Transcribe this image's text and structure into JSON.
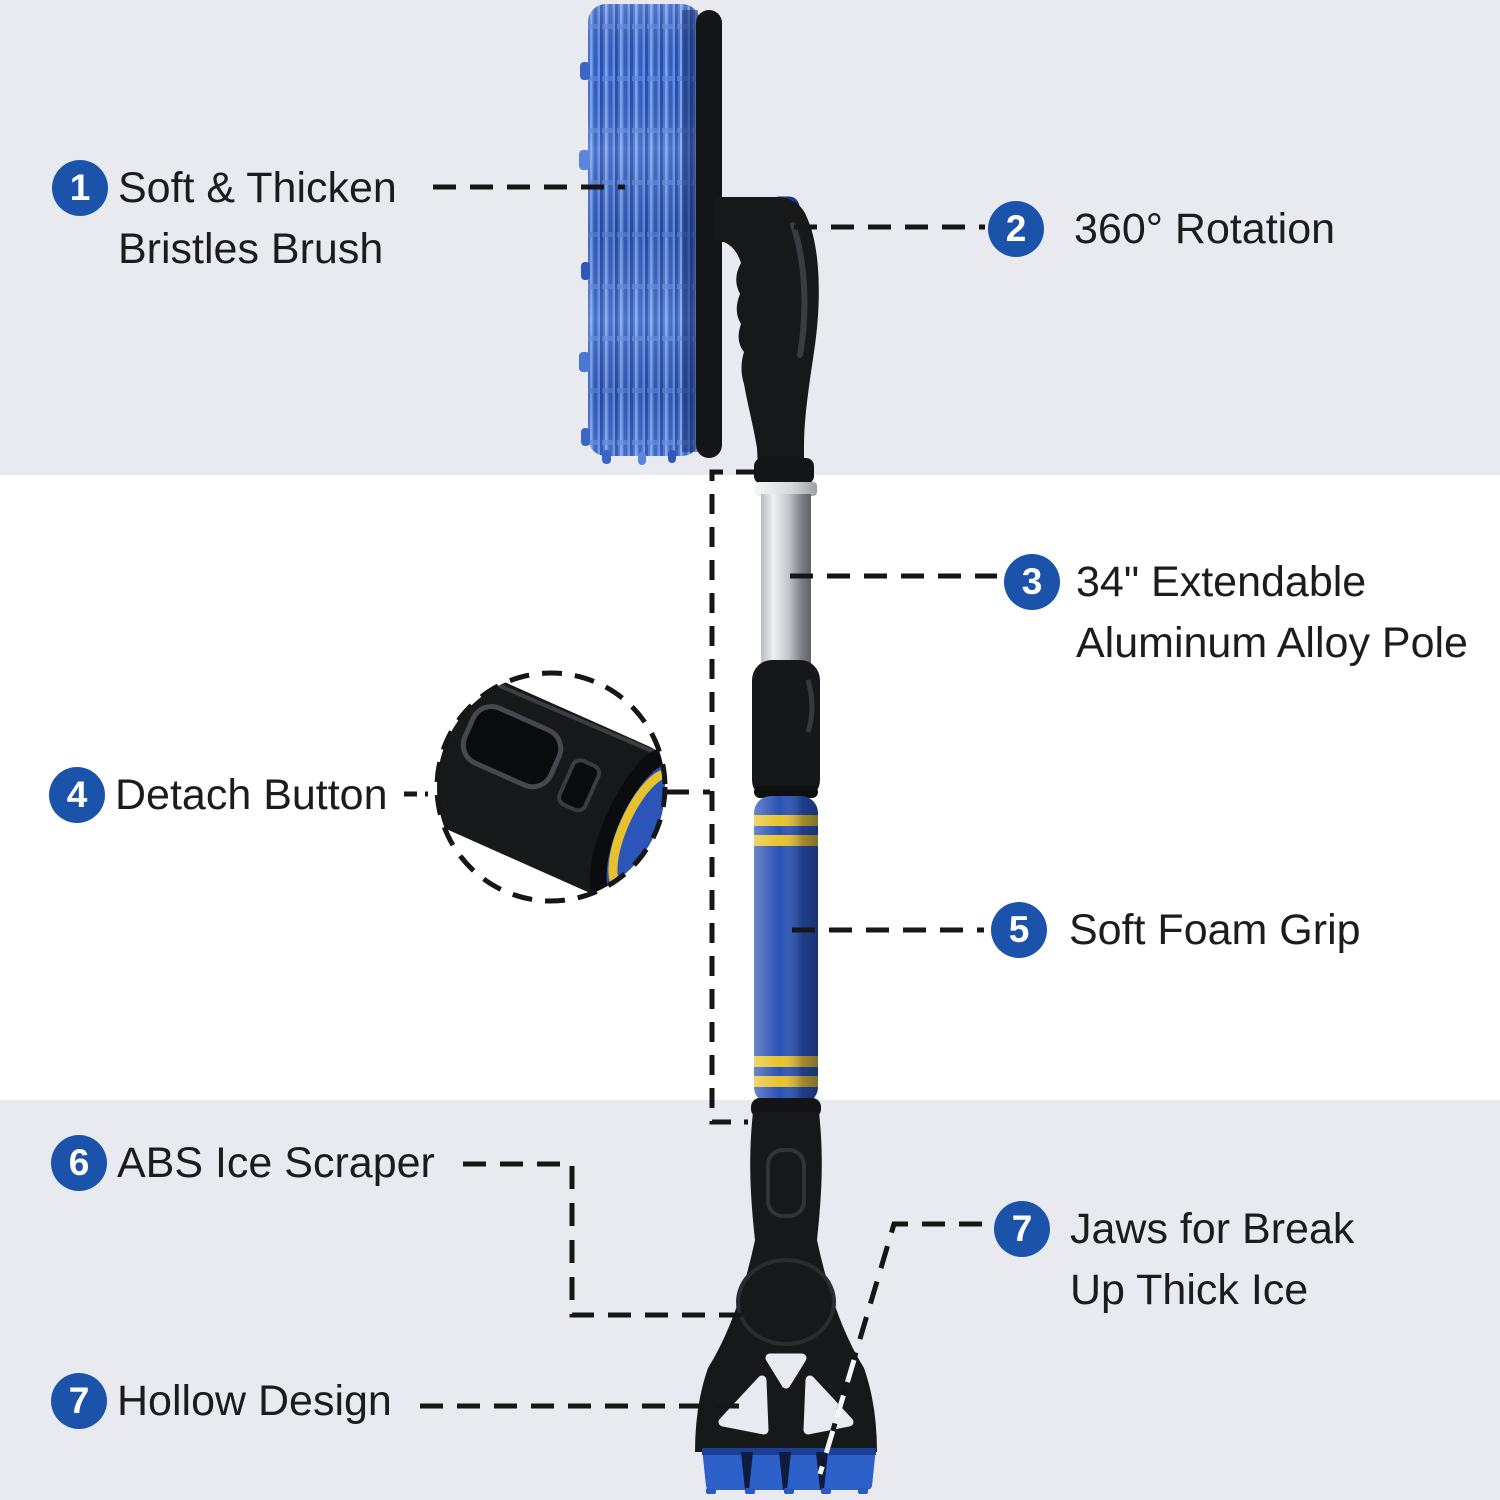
{
  "callouts": [
    {
      "number": "1",
      "lines": [
        "Soft & Thicken",
        "Bristles Brush"
      ]
    },
    {
      "number": "2",
      "lines": [
        "360° Rotation"
      ]
    },
    {
      "number": "3",
      "lines": [
        "34\" Extendable",
        "Aluminum Alloy Pole"
      ]
    },
    {
      "number": "4",
      "lines": [
        "Detach Button"
      ]
    },
    {
      "number": "5",
      "lines": [
        "Soft Foam Grip"
      ]
    },
    {
      "number": "6",
      "lines": [
        "ABS Ice Scraper"
      ]
    },
    {
      "number": "7",
      "lines": [
        "Jaws for Break",
        "Up Thick Ice"
      ]
    },
    {
      "number": "7",
      "lines": [
        "Hollow Design"
      ]
    }
  ],
  "colors": {
    "badge_blue": "#1b52aa",
    "bristle_blue": "#4673d2",
    "foam_blue": "#2a52b4",
    "stripe_yellow": "#e8c22e",
    "blade_blue": "#2d60c8",
    "knob_blue": "#2e63cc",
    "body_black": "#17181a",
    "pole_silver": "#c2c6cb",
    "background_gray": "#e9eaef",
    "background_white": "#ffffff",
    "leader_line": "#161616"
  }
}
